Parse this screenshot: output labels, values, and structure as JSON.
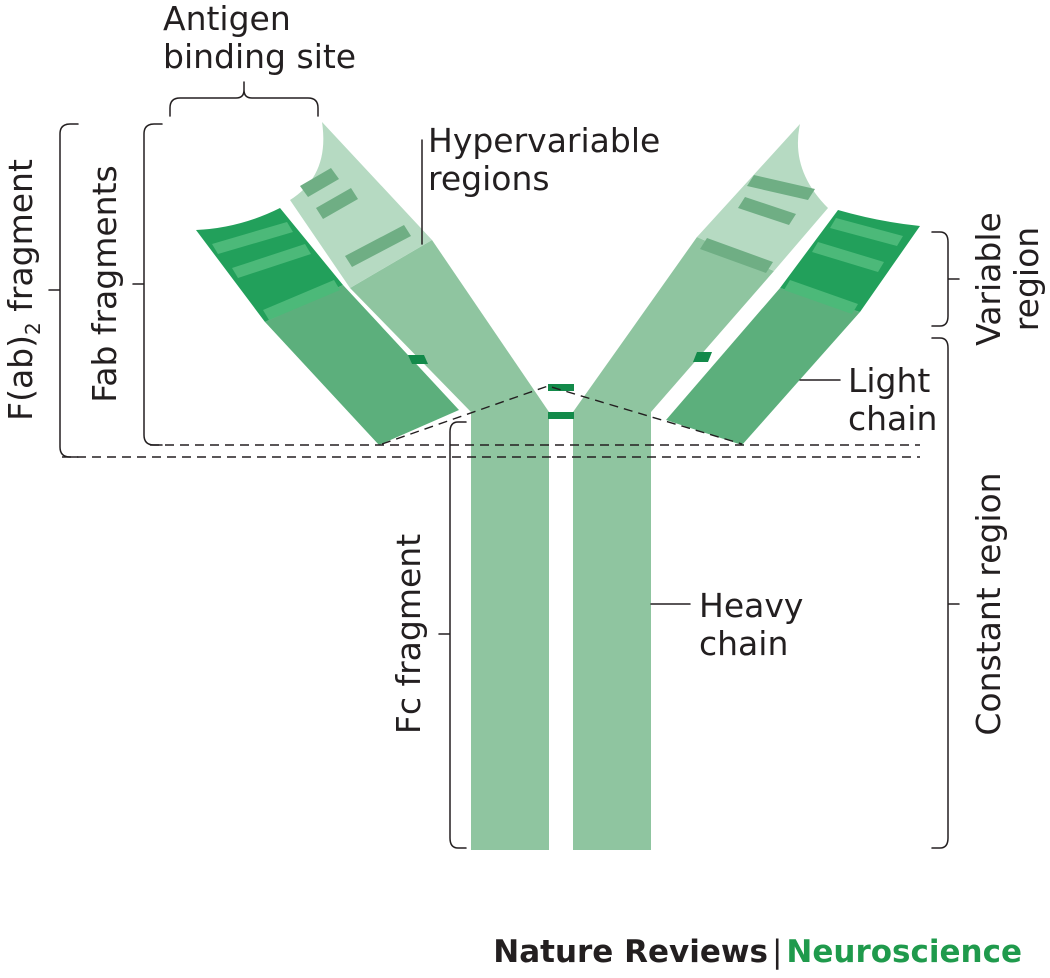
{
  "colors": {
    "constant_heavy": "#8fc5a0",
    "variable_heavy": "#b6dac2",
    "constant_light": "#5caf7c",
    "variable_light": "#22a05b",
    "hypervariable_heavy": "#6fae84",
    "hypervariable_light": "#4cb979",
    "disulfide": "#138a4a",
    "line": "#231f20",
    "brand_accent": "#1f9a4c"
  },
  "labels": {
    "antigen_binding_site_line1": "Antigen",
    "antigen_binding_site_line2": "binding site",
    "hypervariable_line1": "Hypervariable",
    "hypervariable_line2": "regions",
    "variable_line1": "Variable",
    "variable_line2": "region",
    "light_chain_line1": "Light",
    "light_chain_line2": "chain",
    "heavy_chain_line1": "Heavy",
    "heavy_chain_line2": "chain",
    "constant_region": "Constant region",
    "fc_fragment": "Fc fragment",
    "fab_fragments": "Fab fragments",
    "fab2_prefix": "F(ab)",
    "fab2_subscript": "2",
    "fab2_suffix": " fragment"
  },
  "footer": {
    "journal": "Nature Reviews",
    "separator": "|",
    "section": "Neuroscience"
  }
}
